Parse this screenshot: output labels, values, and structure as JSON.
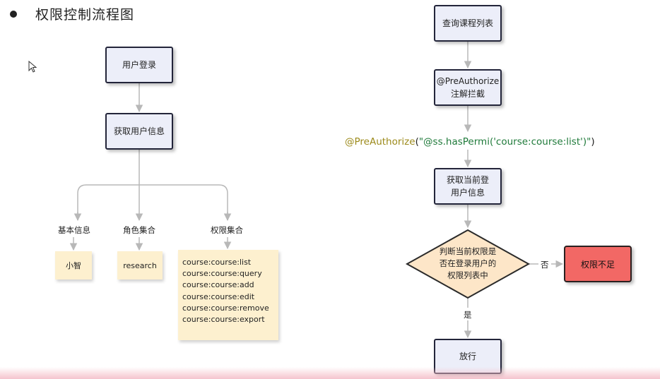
{
  "title": "权限控制流程图",
  "left": {
    "login": "用户登录",
    "get_user_info": "获取用户信息",
    "labels": {
      "basic": "基本信息",
      "roles": "角色集合",
      "perms": "权限集合"
    },
    "basic_value": "小智",
    "role_value": "research",
    "permissions": [
      "course:course:list",
      "course:course:query",
      "course:course:add",
      "course:course:edit",
      "course:course:remove",
      "course:course:export"
    ]
  },
  "right": {
    "query_list": "查询课程列表",
    "intercept_line1": "@PreAuthorize",
    "intercept_line2": "注解拦截",
    "annotation": {
      "prefix": "@PreAuthorize",
      "open": "(",
      "arg": "\"@ss.hasPermi('course:course:list')\"",
      "close": ")"
    },
    "get_current_line1": "获取当前登",
    "get_current_line2": "用户信息",
    "decision": [
      "判断当前权限是",
      "否在登录用户的",
      "权限列表中"
    ],
    "no_label": "否",
    "yes_label": "是",
    "denied": "权限不足",
    "allow": "放行"
  },
  "colors": {
    "box_fill": "#eceef9",
    "note_fill": "#fdf0cf",
    "decision_fill": "#fde6c8",
    "denied_fill": "#f26865",
    "annotation_name": "#9c8a1a",
    "annotation_string": "#1f7a3a"
  }
}
